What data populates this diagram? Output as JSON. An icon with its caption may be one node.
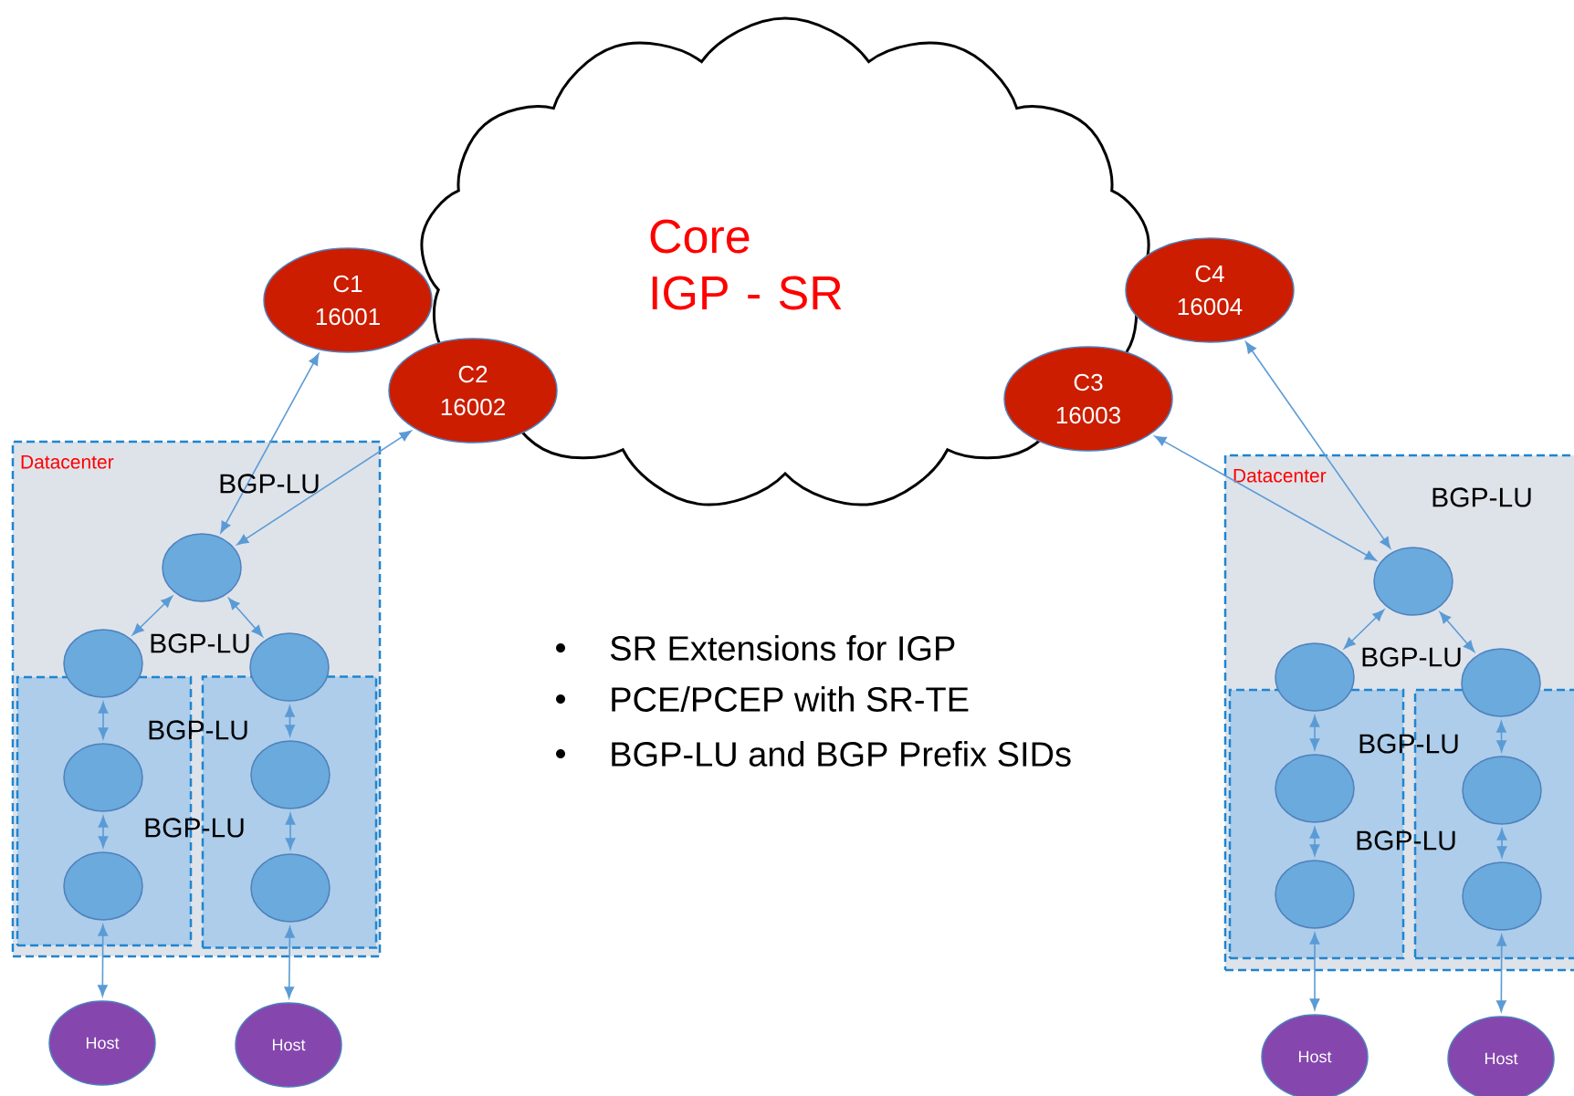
{
  "diagram": {
    "nodes": [
      {
        "text": [
          "Core",
          "IGP - SR"
        ]
      },
      {
        "text": [
          "C1 16001"
        ]
      },
      {
        "text": [
          "C2 16002"
        ]
      },
      {
        "text": [
          "C3 16003"
        ]
      },
      {
        "text": [
          "C4 16004"
        ]
      },
      {
        "text": [
          "Datacenter"
        ]
      },
      {
        "text": [],
        "shape": "box",
        "in": 5
      },
      {
        "text": [],
        "shape": "box",
        "in": 5
      },
      {
        "text": [],
        "shape": "circle",
        "in": 5
      },
      {
        "text": [],
        "shape": "circle",
        "in": 5
      },
      {
        "text": [],
        "shape": "circle",
        "in": 5
      },
      {
        "text": [],
        "shape": "circle",
        "in": 6
      },
      {
        "text": [],
        "shape": "circle",
        "in": 6
      },
      {
        "text": [],
        "shape": "circle",
        "in": 7
      },
      {
        "text": [],
        "shape": "circle",
        "in": 7
      },
      {
        "text": [
          "Host"
        ]
      },
      {
        "text": [
          "Host"
        ]
      },
      {
        "text": [
          "Datacenter"
        ]
      },
      {
        "text": [],
        "shape": "box",
        "in": 17
      },
      {
        "text": [],
        "shape": "box",
        "in": 17
      },
      {
        "text": [],
        "shape": "circle",
        "in": 17
      },
      {
        "text": [],
        "shape": "circle",
        "in": 17
      },
      {
        "text": [],
        "shape": "circle",
        "in": 17
      },
      {
        "text": [],
        "shape": "circle",
        "in": 18
      },
      {
        "text": [],
        "shape": "circle",
        "in": 18
      },
      {
        "text": [],
        "shape": "circle",
        "in": 19
      },
      {
        "text": [],
        "shape": "circle",
        "in": 19
      },
      {
        "text": [
          "Host"
        ]
      },
      {
        "text": [
          "Host"
        ]
      }
    ],
    "edges": [
      {
        "from": 8,
        "to": 1,
        "arrow": "both"
      },
      {
        "from": 8,
        "to": 2,
        "arrow": "both"
      },
      {
        "from": 8,
        "to": 9,
        "arrow": "both"
      },
      {
        "from": 8,
        "to": 10,
        "arrow": "both"
      },
      {
        "from": 9,
        "to": 11,
        "arrow": "both"
      },
      {
        "from": 11,
        "to": 12,
        "arrow": "both"
      },
      {
        "from": 10,
        "to": 13,
        "arrow": "both"
      },
      {
        "from": 13,
        "to": 14,
        "arrow": "both"
      },
      {
        "from": 12,
        "to": 15,
        "arrow": "both"
      },
      {
        "from": 14,
        "to": 16,
        "arrow": "both"
      },
      {
        "from": 20,
        "to": 3,
        "arrow": "both"
      },
      {
        "from": 20,
        "to": 4,
        "arrow": "both"
      },
      {
        "from": 20,
        "to": 21,
        "arrow": "both"
      },
      {
        "from": 20,
        "to": 22,
        "arrow": "both"
      },
      {
        "from": 21,
        "to": 23,
        "arrow": "both"
      },
      {
        "from": 23,
        "to": 24,
        "arrow": "both"
      },
      {
        "from": 22,
        "to": 25,
        "arrow": "both"
      },
      {
        "from": 25,
        "to": 26,
        "arrow": "both"
      },
      {
        "from": 24,
        "to": 27,
        "arrow": "both"
      },
      {
        "from": 26,
        "to": 28,
        "arrow": "both"
      }
    ],
    "labels": [
      "BGP-LU",
      "BGP-LU",
      "BGP-LU",
      "BGP-LU",
      "BGP-LU",
      "BGP-LU",
      "BGP-LU",
      "BGP-LU",
      "SR Extensions for IGP",
      "PCE/PCEP with SR-TE",
      "BGP-LU and BGP Prefix SIDs"
    ]
  }
}
